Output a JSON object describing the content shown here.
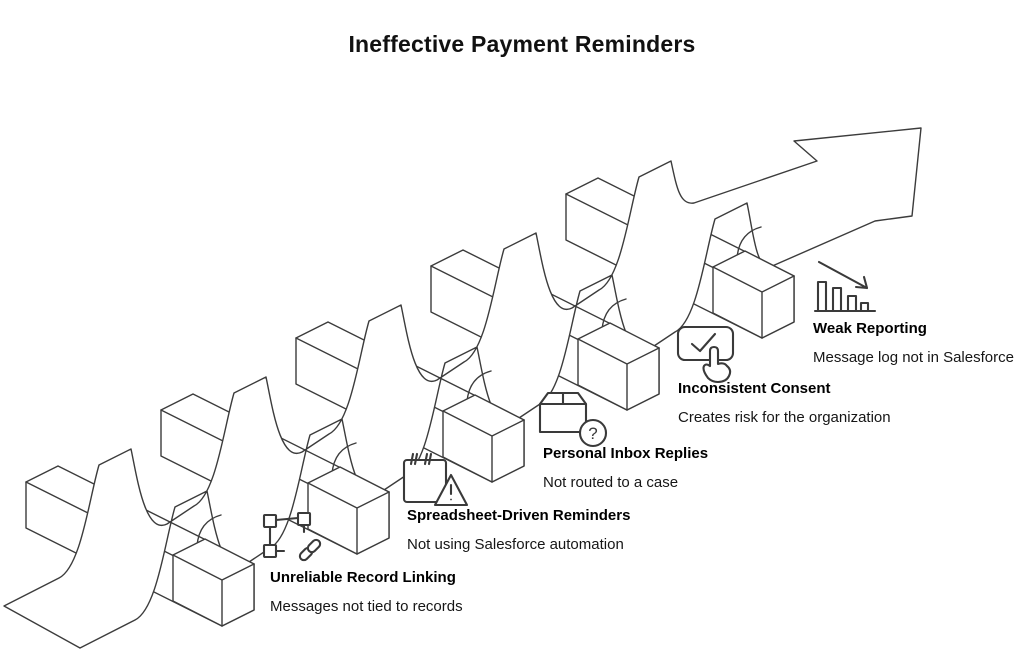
{
  "title": "Ineffective Payment Reminders",
  "diagram": {
    "type": "process-obstacles-ribbon-arrow",
    "description": "A ribbon road weaves over five hurdle bars and ends in an upward arrow",
    "line_color": "#3c3c3c",
    "background": "#ffffff"
  },
  "items": [
    {
      "heading": "Unreliable Record Linking",
      "description": "Messages not tied to records",
      "icon": "record-linking-icon"
    },
    {
      "heading": "Spreadsheet-Driven Reminders",
      "description": "Not using Salesforce automation",
      "icon": "calendar-warning-icon"
    },
    {
      "heading": "Personal Inbox Replies",
      "description": "Not routed to a case",
      "icon": "box-question-icon"
    },
    {
      "heading": "Inconsistent Consent",
      "description": "Creates risk for the organization",
      "icon": "consent-tap-icon"
    },
    {
      "heading": "Weak Reporting",
      "description": "Message log not in Salesforce",
      "icon": "declining-chart-icon"
    }
  ],
  "icon_glyphs": {
    "question_mark": "?",
    "exclamation_mark": "!"
  }
}
